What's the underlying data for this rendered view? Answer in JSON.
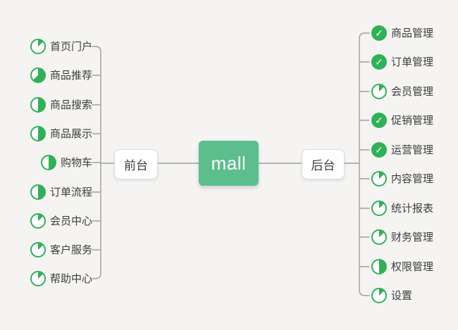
{
  "root": {
    "label": "mall"
  },
  "left_branch": {
    "label": "前台",
    "items": [
      {
        "label": "首页门户",
        "icon": "task-progress-icon",
        "progress": 0.125
      },
      {
        "label": "商品推荐",
        "icon": "task-progress-icon",
        "progress": 0.625
      },
      {
        "label": "商品搜索",
        "icon": "task-progress-icon",
        "progress": 0.5
      },
      {
        "label": "商品展示",
        "icon": "task-progress-icon",
        "progress": 0.5
      },
      {
        "label": "购物车",
        "icon": "task-progress-icon",
        "progress": 0.5
      },
      {
        "label": "订单流程",
        "icon": "task-progress-icon",
        "progress": 0.5
      },
      {
        "label": "会员中心",
        "icon": "task-progress-icon",
        "progress": 0.125
      },
      {
        "label": "客户服务",
        "icon": "task-progress-icon",
        "progress": 0.125
      },
      {
        "label": "帮助中心",
        "icon": "task-progress-icon",
        "progress": 0.125
      }
    ]
  },
  "right_branch": {
    "label": "后台",
    "items": [
      {
        "label": "商品管理",
        "icon": "task-done-icon"
      },
      {
        "label": "订单管理",
        "icon": "task-done-icon"
      },
      {
        "label": "会员管理",
        "icon": "task-progress-icon",
        "progress": 0.125
      },
      {
        "label": "促销管理",
        "icon": "task-done-icon"
      },
      {
        "label": "运营管理",
        "icon": "task-done-icon"
      },
      {
        "label": "内容管理",
        "icon": "task-progress-icon",
        "progress": 0.125
      },
      {
        "label": "统计报表",
        "icon": "task-progress-icon",
        "progress": 0.125
      },
      {
        "label": "财务管理",
        "icon": "task-progress-icon",
        "progress": 0.125
      },
      {
        "label": "权限管理",
        "icon": "task-progress-icon",
        "progress": 0.5
      },
      {
        "label": "设置",
        "icon": "task-progress-icon",
        "progress": 0.125
      }
    ]
  },
  "icons": {
    "task_done_glyph": "✓"
  },
  "colors": {
    "background": "#f5f4f2",
    "accent_green": "#2fb158",
    "root_node_green": "#5bbe8c",
    "connector_gray": "#9e9e9e",
    "text_dark": "#3c3c3c"
  }
}
